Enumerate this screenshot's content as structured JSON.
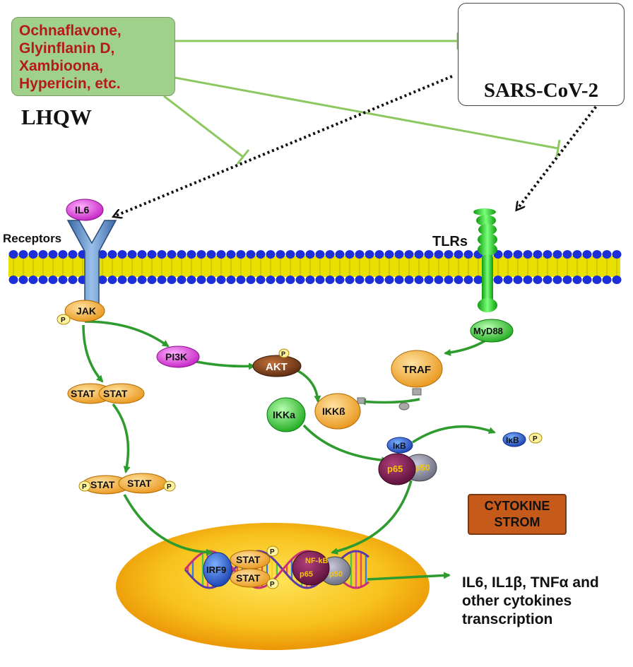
{
  "drug": {
    "compounds": [
      "Ochnaflavone,",
      "Glyinflanin D,",
      "Xambioona,",
      "Hypericin, etc."
    ],
    "name": "LHQW"
  },
  "virus": {
    "name": "SARS-CoV-2"
  },
  "labels": {
    "il6": "IL6",
    "receptors": "Receptors",
    "tlrs": "TLRs",
    "jak": "JAK",
    "phospho": "P",
    "myd88": "MyD88",
    "pi3k": "PI3K",
    "akt": "AKT",
    "traf": "TRAF",
    "stat": "STAT",
    "ikka": "IKKa",
    "ikkb": "IKKß",
    "ikb": "IκB",
    "p65": "p65",
    "p50": "p50",
    "irf9": "IRF9",
    "nfkb": "NF-kB"
  },
  "storm": {
    "line1": "CYTOKINE",
    "line2": "STROM"
  },
  "outcome": {
    "lines": [
      "IL6, IL1β, TNFα and",
      "other cytokines",
      "transcription"
    ]
  },
  "colors": {
    "inhibit_line": "#8cc85f",
    "activation_arrow": "#2e9b2e",
    "virus_arrow": "#111111",
    "membrane_head": "#1c2fd8",
    "membrane_tail": "#e8e000",
    "nucleus": "#f6a800",
    "protein_orange": "#f5a623",
    "protein_magenta": "#d83ad8",
    "protein_green": "#3cc83c",
    "storm_box": "#c55a1a",
    "compound_text": "#b31b1b"
  }
}
